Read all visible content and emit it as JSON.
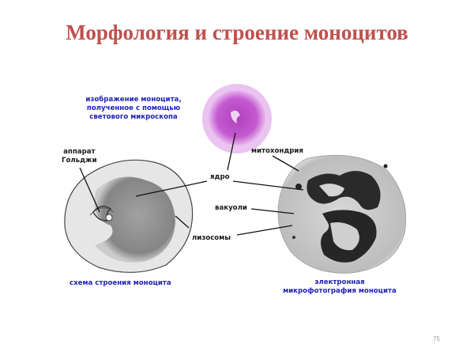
{
  "slide": {
    "title": "Морфология и строение моноцитов",
    "page_number": "75"
  },
  "captions": {
    "light_microscope": [
      "изображение моноцита,",
      "полученное с помощью",
      "светового микроскопа"
    ],
    "scheme": "схема строения моноцита",
    "electron": [
      "электронная",
      "микрофотография моноцита"
    ]
  },
  "labels": {
    "golgi": [
      "аппарат",
      "Гольджи"
    ],
    "nucleus": "ядро",
    "mitochondria": "митохондрия",
    "vacuoles": "вакуоли",
    "lysosomes": "лизосомы"
  },
  "colors": {
    "title": "#c0504d",
    "caption": "#2222bb",
    "label": "#1a1a1a",
    "stain": "#c86ad0"
  }
}
